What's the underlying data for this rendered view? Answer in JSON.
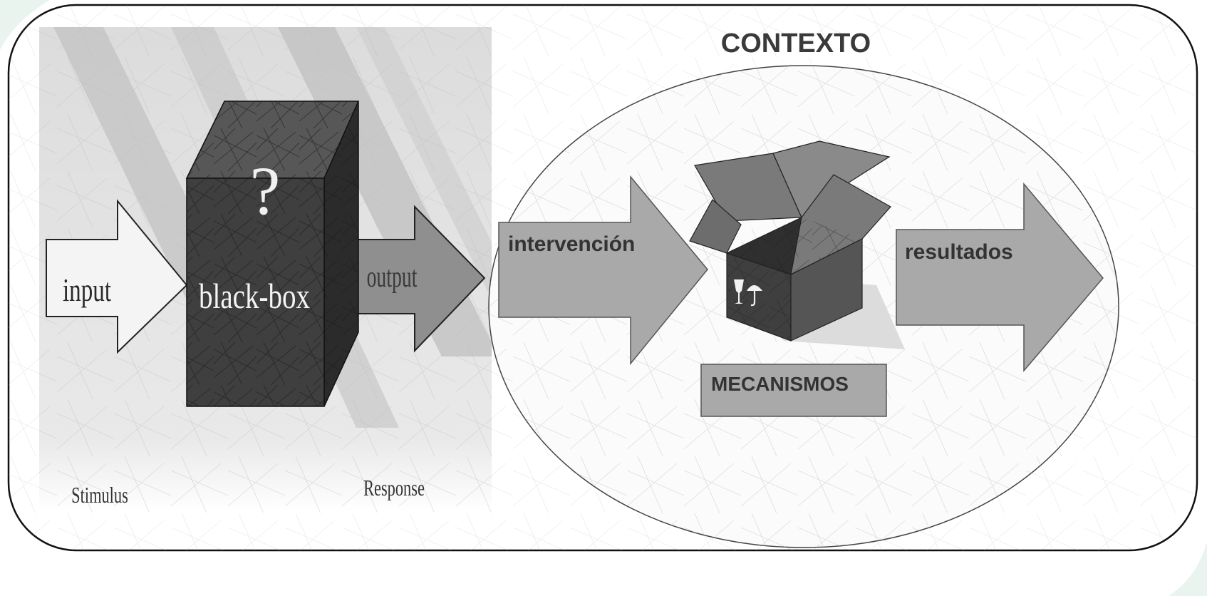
{
  "left_panel": {
    "input_label": "input",
    "box_label": "black-box",
    "question_mark": "?",
    "output_label": "output",
    "stimulus_label": "Stimulus",
    "response_label": "Response"
  },
  "right_panel": {
    "context_title": "CONTEXTO",
    "intervention_label": "intervención",
    "results_label": "resultados",
    "mechanisms_label": "MECANISMOS"
  },
  "icons": [
    "fragile-glass-icon",
    "keep-dry-umbrella-icon",
    "open-box-icon",
    "black-box-cube-icon"
  ],
  "colors": {
    "frame_border": "#111111",
    "panel_bg": "#e4e4e4",
    "stripe": "#c6c6c6",
    "box_front": "#3e3e3e",
    "box_side": "#2a2a2a",
    "box_top": "#555555",
    "arrow_light": "#f2f2f2",
    "arrow_mid": "#8f8f8f",
    "arrow_gray": "#a9a9a9",
    "open_box": "#777777",
    "corner_accent": "#eaf4ee"
  }
}
